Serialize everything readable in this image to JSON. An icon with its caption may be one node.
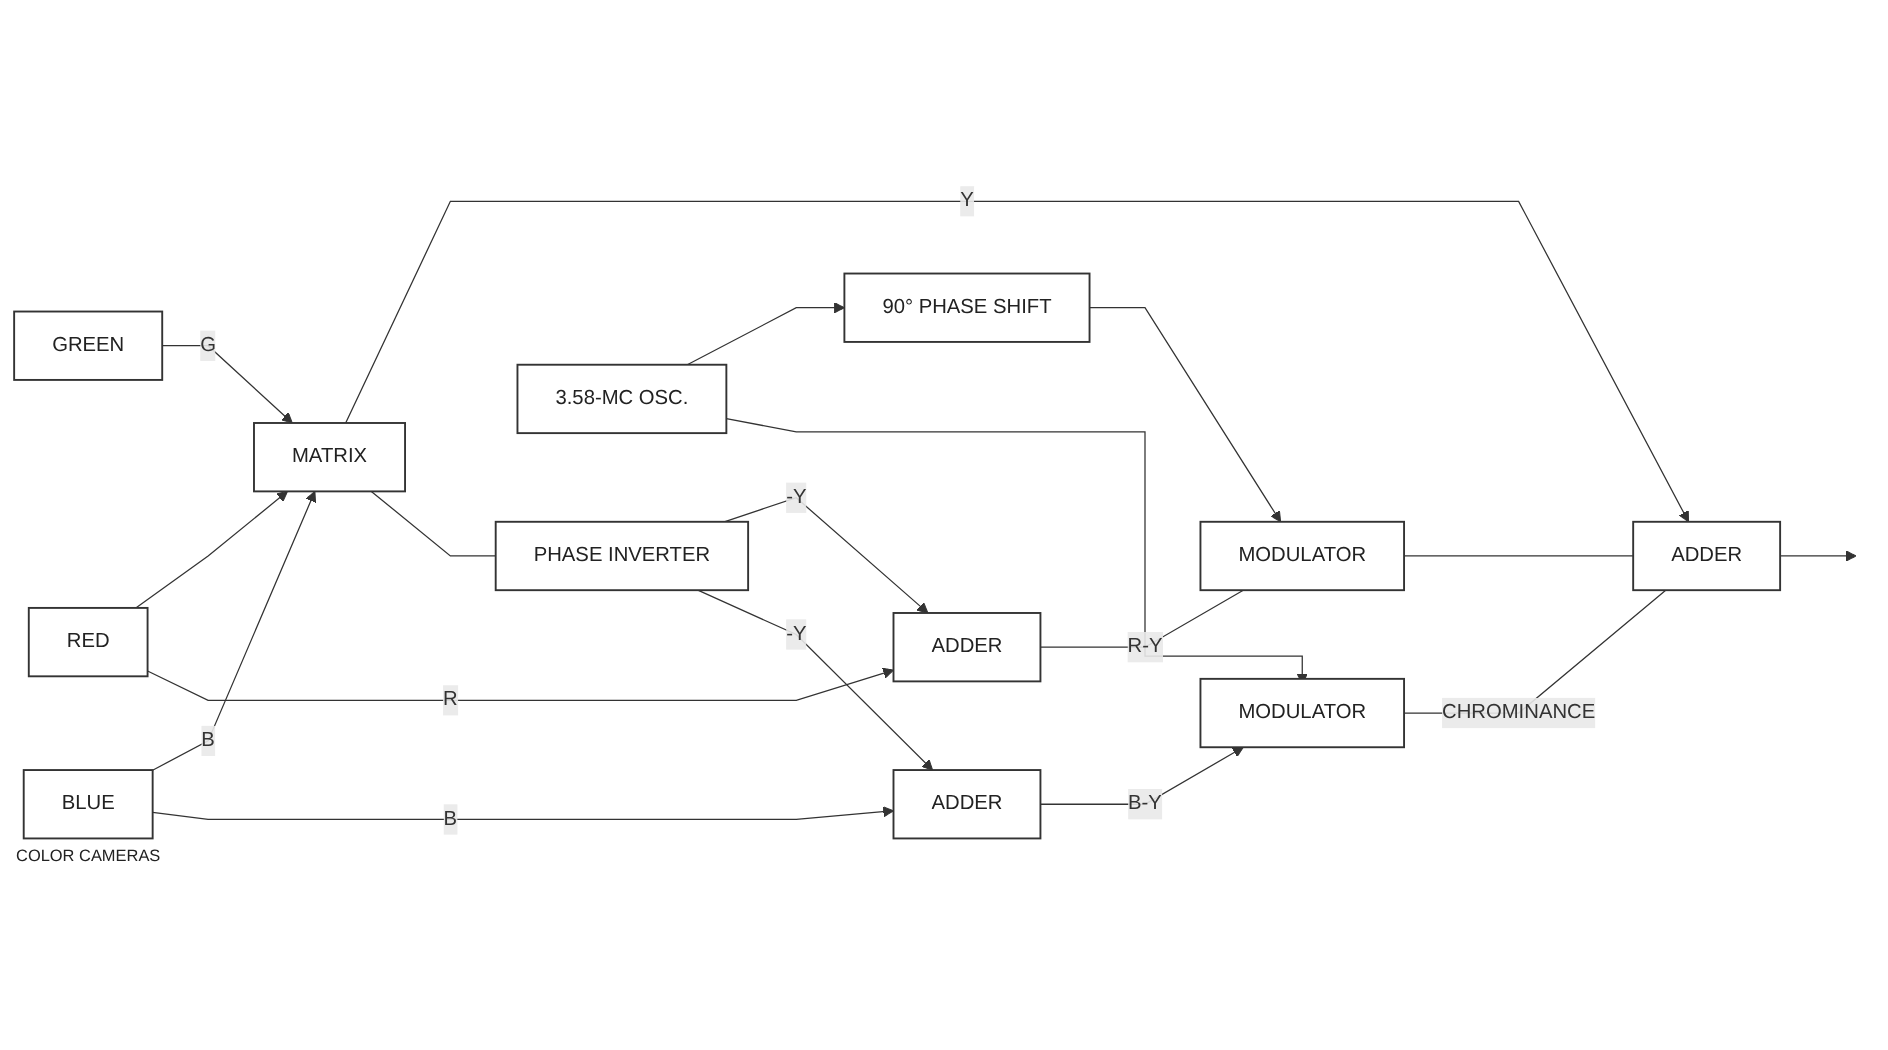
{
  "diagram": {
    "nodes": [
      {
        "text": [
          "MATRIX"
        ]
      },
      {
        "text": [
          "ADDER"
        ]
      },
      {
        "text": [
          "PHASE INVERTER"
        ]
      },
      {
        "text": [
          "RED"
        ]
      },
      {
        "text": [
          "ADDER"
        ]
      },
      {
        "text": [
          "MODULATOR"
        ]
      },
      {
        "text": [
          "90° PHASE SHIFT"
        ]
      },
      {
        "text": [
          "GREEN"
        ]
      },
      {
        "text": [
          "3.58-MC OSC."
        ]
      },
      {
        "text": [
          "BLUE"
        ],
        "beside": [
          "COLOR CAMERAS"
        ]
      },
      {
        "text": [
          "ADDER"
        ]
      },
      {
        "text": [
          "MODULATOR"
        ]
      }
    ],
    "edges": [
      {
        "from": 3,
        "to": 0,
        "arrow": "to"
      },
      {
        "from": 7,
        "to": 0,
        "label": "G",
        "arrow": "to"
      },
      {
        "from": 9,
        "to": 0,
        "label": "B",
        "arrow": "to"
      },
      {
        "from": 0,
        "to": 1,
        "label": "Y",
        "arrow": "to"
      },
      {
        "from": 0,
        "to": 2,
        "arrow": "none"
      },
      {
        "from": 3,
        "to": 4,
        "label": "R",
        "arrow": "to"
      },
      {
        "from": 2,
        "to": 4,
        "label": "-Y",
        "arrow": "to"
      },
      {
        "from": 2,
        "to": 10,
        "label": "-Y",
        "arrow": "to"
      },
      {
        "from": 9,
        "to": 10,
        "label": "B",
        "arrow": "to"
      },
      {
        "from": 4,
        "to": 5,
        "label": "R-Y",
        "arrow": "none"
      },
      {
        "from": 10,
        "to": 11,
        "label": "B-Y",
        "arrow": "to"
      },
      {
        "from": 8,
        "to": 6,
        "arrow": "to"
      },
      {
        "from": 6,
        "to": 5,
        "arrow": "to"
      },
      {
        "from": 8,
        "to": 11,
        "arrow": "to"
      },
      {
        "from": 5,
        "to": 1,
        "arrow": "none"
      },
      {
        "from": 11,
        "to": 1,
        "label": "CHROMINANCE",
        "arrow": "none"
      },
      {
        "from": 1,
        "to": null,
        "arrow": "to"
      }
    ]
  }
}
